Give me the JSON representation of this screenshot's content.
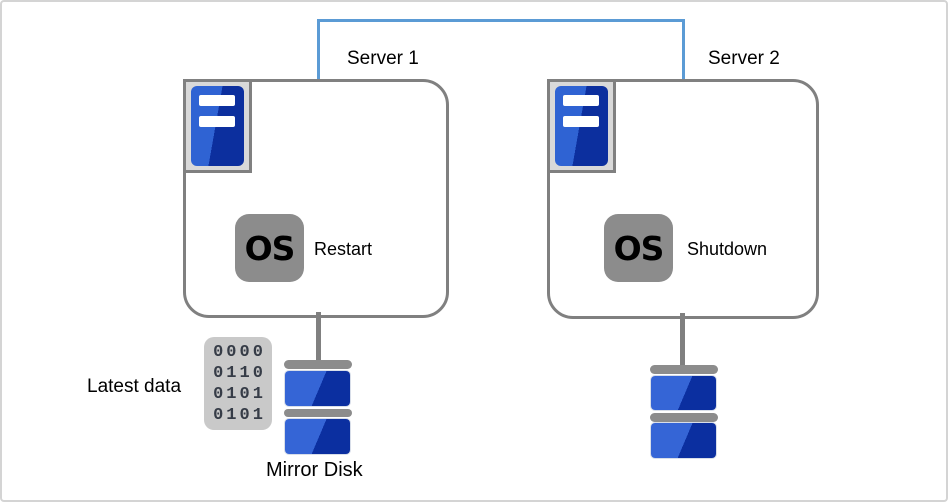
{
  "diagram": {
    "type": "server-cluster-mirror-disk",
    "heartbeat_color": "#5b9bd5",
    "box_border_color": "#808080",
    "servers": [
      {
        "name": "Server 1",
        "os_action": "Restart",
        "has_mirror_disk_label": true
      },
      {
        "name": "Server 2",
        "os_action": "Shutdown",
        "has_mirror_disk_label": false
      }
    ],
    "os_badge": "OS",
    "binary_icon": {
      "rows": [
        "0000",
        "0110",
        "0101",
        "0101"
      ]
    },
    "labels": {
      "latest_data": "Latest data",
      "mirror_disk": "Mirror Disk"
    },
    "colors": {
      "tower_light_blue": "#2f63d3",
      "tower_dark_blue": "#0c2f9e",
      "platter_light_blue": "#3565d6",
      "platter_dark_blue": "#0b2fa0",
      "gray_hardware": "#8c8c8c",
      "icon_frame_bg": "#d9d9d9",
      "binary_icon_bg": "#c9c9c9"
    }
  }
}
